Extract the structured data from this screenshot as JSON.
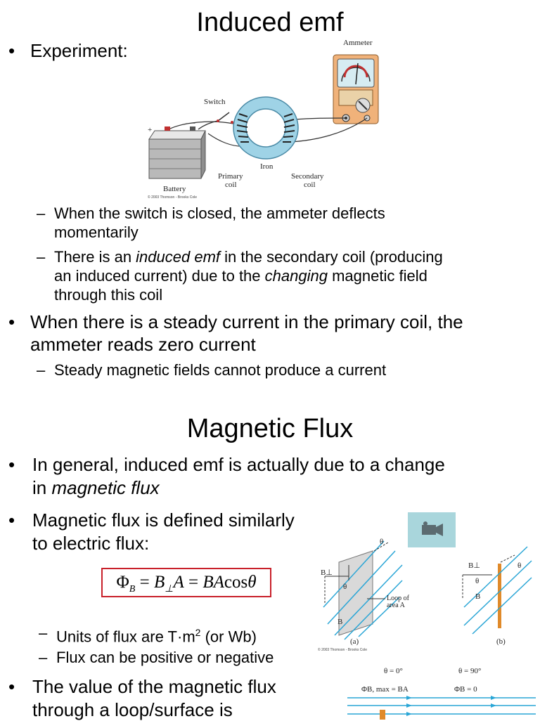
{
  "slide1": {
    "title": "Induced emf",
    "experiment": "Experiment:",
    "sub1_line1": "When the switch is closed, the ammeter deflects",
    "sub1_line2": "momentarily",
    "sub2_a": "There is an ",
    "sub2_b": "induced emf",
    "sub2_c": " in the secondary coil (producing",
    "sub2_line2": "an induced current) due to the ",
    "sub2_line2_b": "changing",
    "sub2_line2_c": " magnetic field",
    "sub2_line3": "through this coil",
    "bullet2_line1": "When there is a steady current in the primary coil, the",
    "bullet2_line2": "ammeter reads zero current",
    "sub3": "Steady magnetic fields cannot produce a current",
    "figure": {
      "ammeter": "Ammeter",
      "switch": "Switch",
      "iron": "Iron",
      "primary_line1": "Primary",
      "primary_line2": "coil",
      "secondary_line1": "Secondary",
      "secondary_line2": "coil",
      "battery": "Battery",
      "plus": "+",
      "minus": "–",
      "copyright": "© 2003 Thomson - Brooks Cole"
    }
  },
  "slide2": {
    "title": "Magnetic Flux",
    "b1_line1": "In general, induced emf is actually due to a change",
    "b1_line2a": "in ",
    "b1_line2b": "magnetic flux",
    "b2_line1": "Magnetic flux is defined similarly",
    "b2_line2": "to electric flux:",
    "equation": {
      "phi": "Φ",
      "sub_b": "B",
      "eq1": " = ",
      "b": "B",
      "perp": "⊥",
      "a": "A",
      "eq2": " = ",
      "ba": "BA",
      "cos": "cos",
      "theta": "θ"
    },
    "sub_units_a": "Units of flux are T·m",
    "sub_units_sup": "2",
    "sub_units_b": " (or Wb)",
    "sub_sign": "Flux can be positive or negative",
    "b3_line1": "The value of the magnetic flux",
    "b3_line2": "through a loop/surface is",
    "fig": {
      "loop_line1": "Loop of",
      "loop_line2": "area A",
      "b_perp": "B⊥",
      "b": "B",
      "theta": "θ",
      "a_label": "(a)",
      "b_label": "(b)",
      "theta0": "θ = 0°",
      "theta90": "θ = 90°",
      "phi_max": "ΦB, max = BA",
      "phi_zero": "ΦB = 0",
      "copyright": "© 2003 Thomson - Brooks Cole"
    },
    "colors": {
      "field_line": "#2aa6d6",
      "loop": "#e08a2a",
      "video_bg": "#a9d6dc"
    }
  }
}
